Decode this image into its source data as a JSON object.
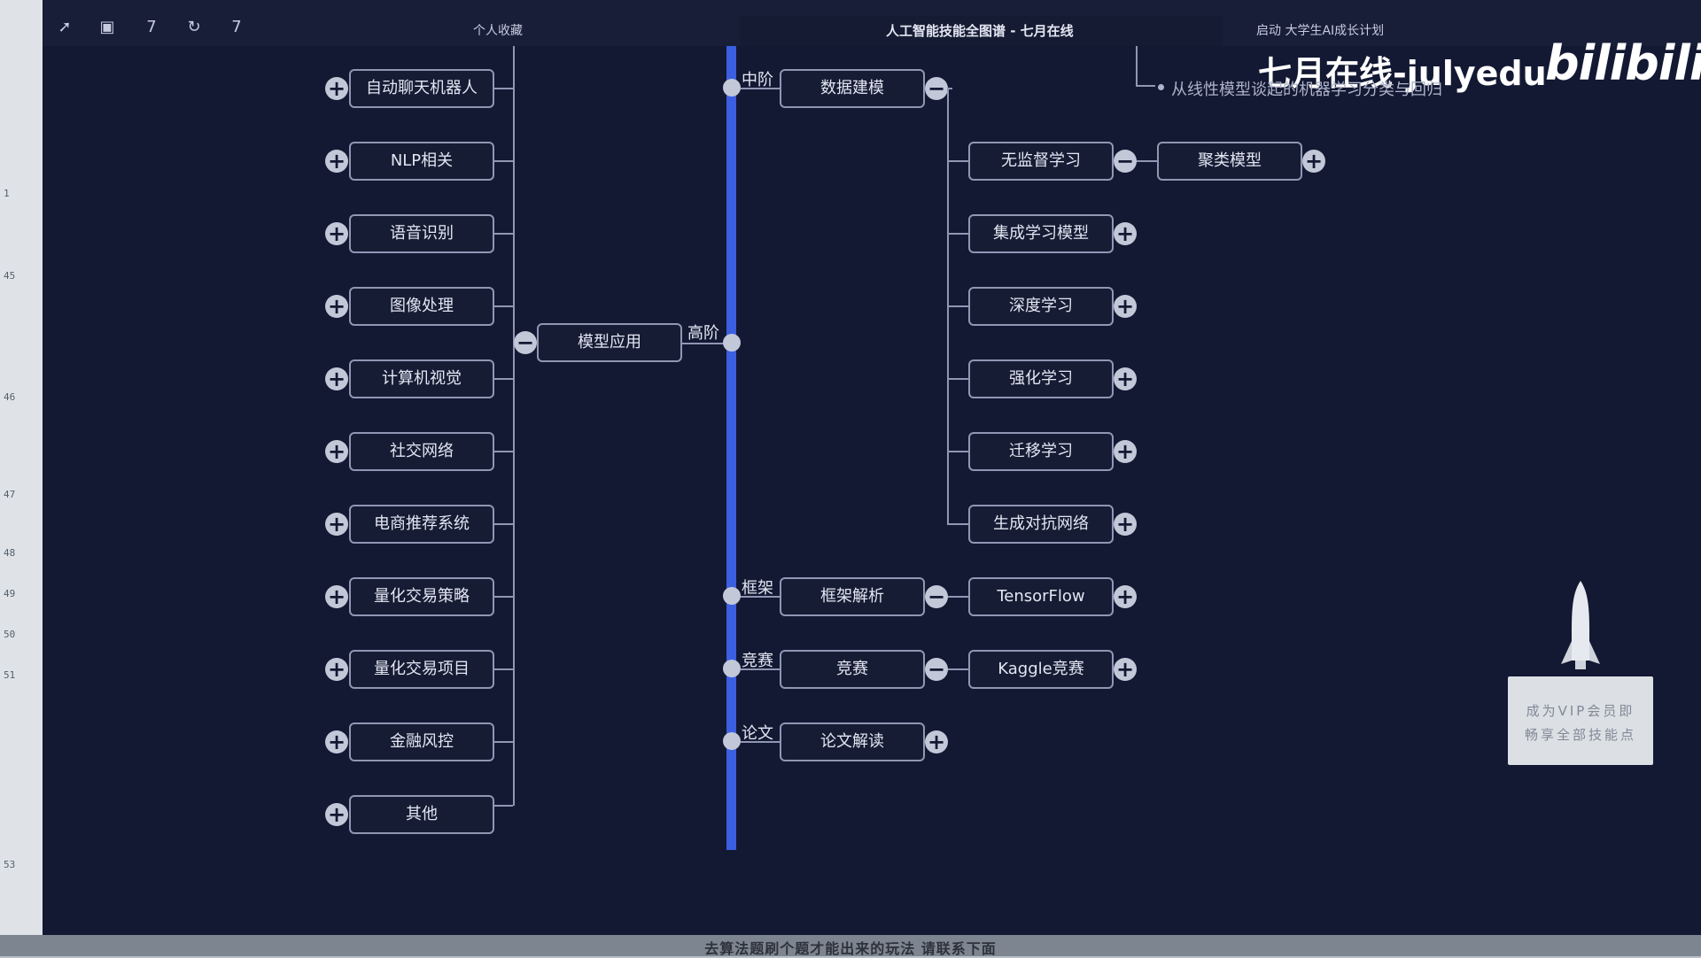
{
  "toolbar": {
    "collections_label": "个人收藏",
    "doc_title": "人工智能技能全图谱 - 七月在线",
    "right_label": "启动 大学生AI成长计划",
    "icons": [
      "cursor-icon",
      "map-icon",
      "text-icon",
      "loop-icon",
      "text-icon"
    ]
  },
  "watermark": {
    "brand": "七月在线-julyedu",
    "logo": "bilibili"
  },
  "note_text": "从线性模型谈起的机器学习分类与回归",
  "ruler_marks": [
    "1",
    "45",
    "46",
    "47",
    "48",
    "49",
    "50",
    "51",
    "53"
  ],
  "left_nodes": [
    "自动聊天机器人",
    "NLP相关",
    "语音识别",
    "图像处理",
    "计算机视觉",
    "社交网络",
    "电商推荐系统",
    "量化交易策略",
    "量化交易项目",
    "金融风控",
    "其他"
  ],
  "model_app_node": "模型应用",
  "levels": {
    "mid": "中阶",
    "high": "高阶",
    "framework": "框架",
    "competition": "竞赛",
    "paper": "论文"
  },
  "center_nodes": {
    "data_modeling": "数据建模",
    "framework_analysis": "框架解析",
    "competition": "竞赛",
    "paper_reading": "论文解读"
  },
  "right_nodes": [
    "无监督学习",
    "集成学习模型",
    "深度学习",
    "强化学习",
    "迁移学习",
    "生成对抗网络"
  ],
  "clustering_node": "聚类模型",
  "tensorflow_node": "TensorFlow",
  "kaggle_node": "Kaggle竞赛",
  "rocket_card": {
    "line1": "成为VIP会员即",
    "line2": "畅享全部技能点"
  },
  "subtitle": "去算法题刷个题才能出来的玩法 请联系下面",
  "colors": {
    "background": "#131933",
    "spine": "#3b5fe0",
    "node_border": "#8f97b3",
    "button": "#c3c8d8"
  }
}
